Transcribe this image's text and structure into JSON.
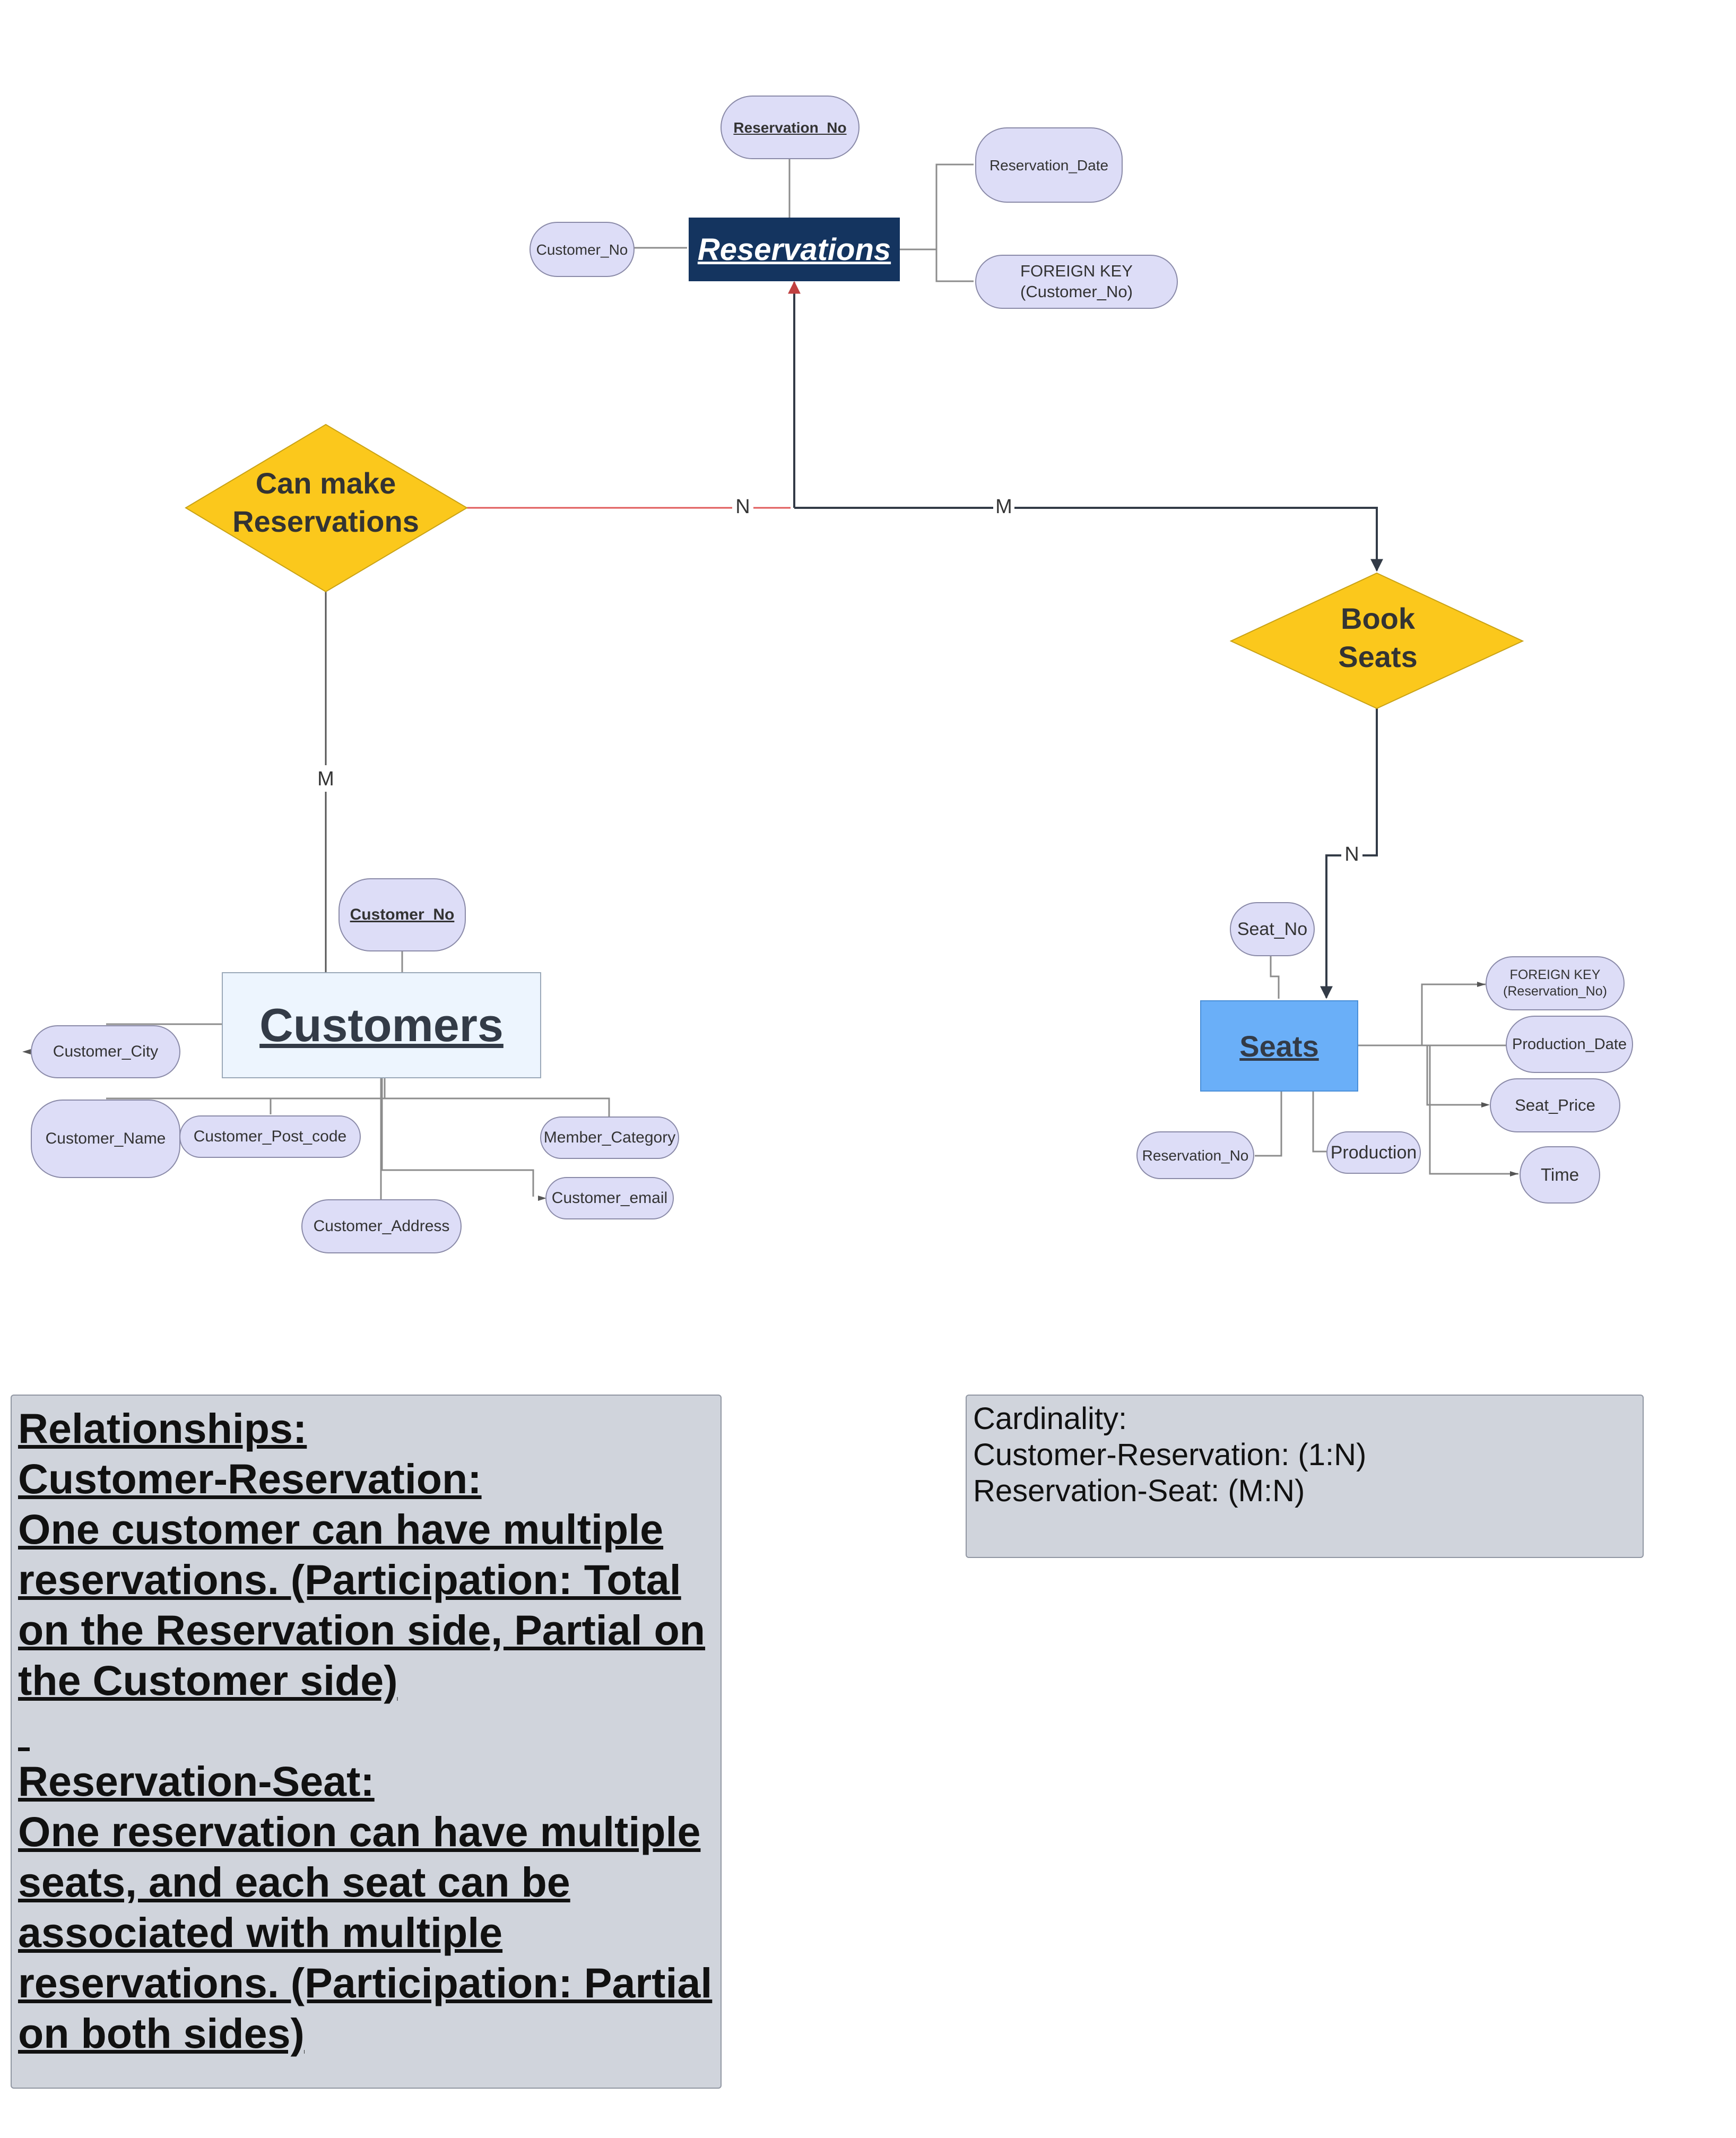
{
  "entities": {
    "reservations": "Reservations",
    "customers": "Customers",
    "seats": "Seats"
  },
  "relationships": {
    "can_make": "Can make\nReservations",
    "book_seats": "Book\nSeats"
  },
  "cardinality_labels": {
    "can_make_to_reservations": "N",
    "can_make_to_customers": "M",
    "reservations_to_book": "M",
    "book_to_seats": "N"
  },
  "reservation_attributes": {
    "reservation_no": "Reservation_No",
    "customer_no": "Customer_No",
    "reservation_date": "Reservation_Date",
    "foreign_key": "FOREIGN KEY\n(Customer_No)"
  },
  "customer_attributes": {
    "customer_no": "Customer_No",
    "customer_city": "Customer_City",
    "customer_name": "Customer_Name",
    "customer_post_code": "Customer_Post_code",
    "member_category": "Member_Category",
    "customer_email": "Customer_email",
    "customer_address": "Customer_Address"
  },
  "seat_attributes": {
    "seat_no": "Seat_No",
    "foreign_key": "FOREIGN KEY\n(Reservation_No)",
    "production_date": "Production_Date",
    "seat_price": "Seat_Price",
    "time": "Time",
    "production": "Production",
    "reservation_no": "Reservation_No"
  },
  "relationships_note": {
    "lines": [
      "Relationships:",
      "Customer-Reservation:",
      "One customer can have multiple",
      "reservations. (Participation: Total",
      "on the Reservation side, Partial on",
      "the Customer side)",
      "",
      "Reservation-Seat:",
      "One reservation can have multiple",
      "seats, and each seat can be",
      "associated with multiple",
      "reservations. (Participation: Partial",
      "on both sides)"
    ]
  },
  "cardinality_note": {
    "lines": [
      "Cardinality:",
      "Customer-Reservation: (1:N)",
      "Reservation-Seat: (M:N)"
    ]
  },
  "colors": {
    "reservations_fill": "#14345f",
    "customers_fill": "#edf5fe",
    "seats_fill": "#6aaff8",
    "relationship_fill": "#fbc81c",
    "attribute_fill": "#ddddf7",
    "note_fill": "#d0d4dc",
    "connector_dark": "#333b47",
    "connector_red": "#e05a5a"
  }
}
